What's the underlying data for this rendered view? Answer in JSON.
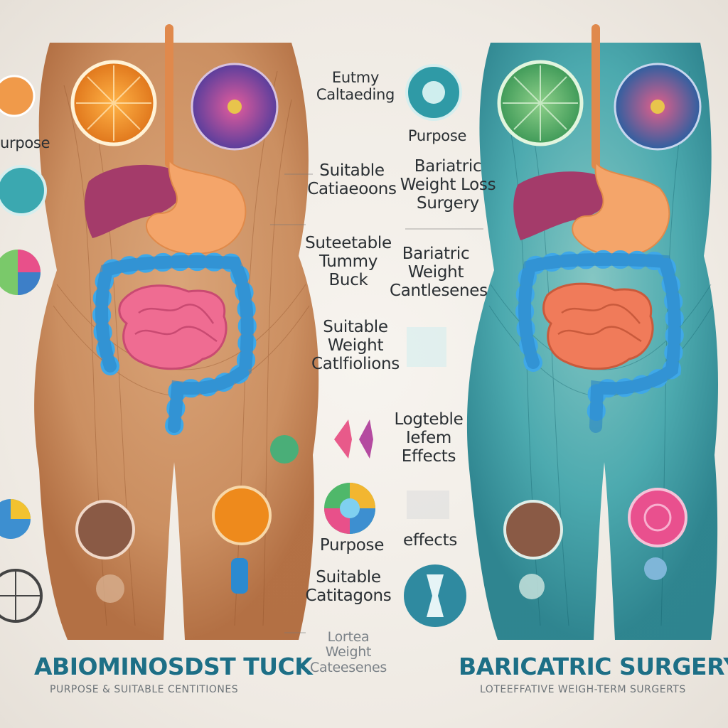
{
  "left_panel": {
    "title": "ABIOMINOSDST TUCK",
    "subtitle": "PURPOSE & SUITABLE CENTITIONES"
  },
  "right_panel": {
    "title": "BARICATRIC  SURGERY",
    "subtitle": "LOTEEFFATIVE WEIGH-TERM SURGERTS"
  },
  "labels": {
    "left_edge_purpose": "urpose",
    "l1": "Eutmy\nCaltaeding",
    "l2": "Suitable\nCatiaeoons",
    "l3": "Suteetable\nTummy Buck",
    "l4": "Suitable\nWeight\nCatlfiolions",
    "l5": "Purpose",
    "l6": "Suitable\nCatitagons",
    "l7": "Lortea\nWeight\nCateesenes",
    "r1": "Purpose",
    "r2": "Bariatric\nWeight Loss\nSurgery",
    "r3": "Bariatric\nWeight\nCantlesenes",
    "r4": "Logteble\nIefem\nEffects",
    "r5": "effects"
  },
  "colors": {
    "accent": "#1d6f86",
    "skin_left": "#c98a5a",
    "skin_right": "#2f9aa6",
    "intestine_blue": "#3fa8e8",
    "small_intestine_left": "#ef6c92",
    "small_intestine_right": "#f07b5a",
    "liver": "#a43b6a",
    "stomach": "#f4a56a"
  },
  "icons": [
    "orange-slice-icon",
    "magenta-cell-icon",
    "green-slice-icon",
    "blue-cell-icon",
    "teal-circle-icon",
    "pie-chart-icon",
    "diamond-icon",
    "wheel-icon",
    "joint-icon"
  ]
}
